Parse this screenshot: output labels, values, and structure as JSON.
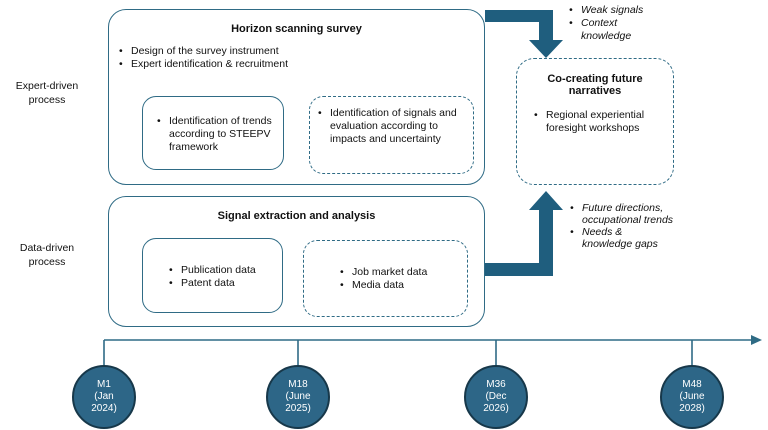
{
  "side_labels": {
    "expert": "Expert-driven process",
    "data": "Data-driven process"
  },
  "horizon": {
    "title": "Horizon scanning survey",
    "bullets": [
      "Design of the survey instrument",
      "Expert identification & recruitment"
    ],
    "box_trends": "Identification of trends according to STEEPV framework",
    "box_signals": "Identification of signals and evaluation according to impacts and uncertainty"
  },
  "signal": {
    "title": "Signal extraction and analysis",
    "box_left": [
      "Publication data",
      "Patent data"
    ],
    "box_right": [
      "Job market data",
      "Media data"
    ]
  },
  "cocreate": {
    "title": "Co-creating future narratives",
    "bullets": [
      "Regional experiential foresight workshops"
    ]
  },
  "top_notes": [
    "Weak signals",
    "Context knowledge"
  ],
  "bottom_notes": [
    "Future directions, occupational trends",
    "Needs & knowledge gaps"
  ],
  "milestones": [
    {
      "code": "M1",
      "date": "(Jan 2024)"
    },
    {
      "code": "M18",
      "date": "(June 2025)"
    },
    {
      "code": "M36",
      "date": "(Dec 2026)"
    },
    {
      "code": "M48",
      "date": "(June 2028)"
    }
  ],
  "colors": {
    "accent": "#2f6b85",
    "milestone_fill": "#2d6687",
    "arrow": "#1f5e7e"
  }
}
